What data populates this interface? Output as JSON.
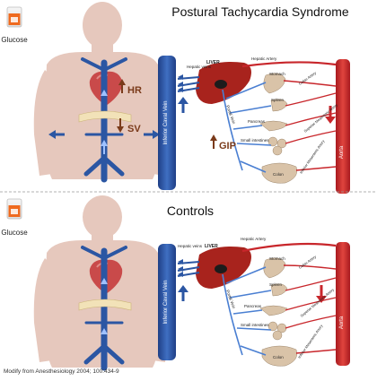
{
  "top_panel": {
    "title": "Postural Tachycardia Syndrome",
    "glucose_label": "Glucose",
    "hr_label": "HR",
    "sv_label": "SV",
    "gip_label": "GIP",
    "ivc_label": "Inferior Caval Vein",
    "aorta_label": "Aorta",
    "hepatic_veins_label": "Hepatic veins",
    "liver_label": "LIVER",
    "hepatic_artery_label": "Hepatic Artery",
    "portal_vein_label": "Portal Vein",
    "stomach_label": "Stomach",
    "spleen_label": "Spleen",
    "pancreas_label": "Pancreas",
    "small_int_label": "Small intestines",
    "colon_label": "Colon",
    "celiac_label": "Celiac Artery",
    "sup_mes_label": "Superior Mesenteric Artery",
    "inf_mes_label": "Inferior Mesenteric Artery"
  },
  "bottom_panel": {
    "title": "Controls",
    "glucose_label": "Glucose",
    "ivc_label": "Inferior Caval Vein",
    "aorta_label": "Aorta",
    "hepatic_veins_label": "Hepatic veins",
    "liver_label": "LIVER",
    "hepatic_artery_label": "Hepatic Artery",
    "portal_vein_label": "Portal Vein",
    "stomach_label": "Stomach",
    "spleen_label": "Spleen",
    "pancreas_label": "Pancreas",
    "small_int_label": "Small intestines",
    "colon_label": "Colon",
    "celiac_label": "Celiac Artery",
    "sup_mes_label": "Superior Mesenteric Artery",
    "inf_mes_label": "Inferior Mesenteric Artery"
  },
  "footer": {
    "citation": "Modify from Anesthesiology 2004; 100:434-9"
  },
  "colors": {
    "skin": "#e6c8bd",
    "vein": "#2b56a3",
    "artery": "#c8262b",
    "liver": "#a8231d",
    "organ": "#d9c3a8",
    "label_brown": "#7a3a1a",
    "divider": "#999999"
  }
}
